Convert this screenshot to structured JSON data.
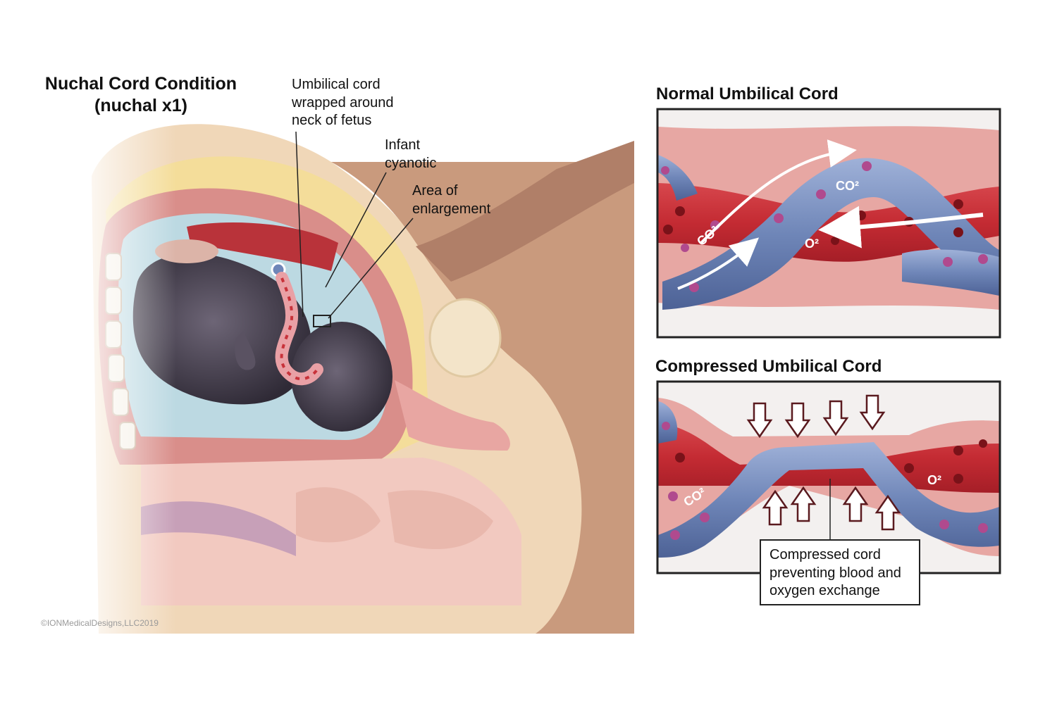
{
  "left": {
    "title_line1": "Nuchal Cord Condition",
    "title_line2": "(nuchal x1)",
    "callouts": {
      "cord": [
        "Umbilical cord",
        "wrapped around",
        "neck of fetus"
      ],
      "cyanotic": [
        "Infant",
        "cyanotic"
      ],
      "enlargement": [
        "Area of",
        "enlargement"
      ]
    },
    "copyright": "©IONMedicalDesigns,LLC2019"
  },
  "normal": {
    "title": "Normal Umbilical Cord",
    "co2_label_a": "CO²",
    "co2_label_b": "CO²",
    "o2_label": "O²"
  },
  "compressed": {
    "title": "Compressed Umbilical Cord",
    "co2_label": "CO²",
    "o2_label": "O²",
    "note": [
      "Compressed cord",
      "preventing blood and",
      "oxygen exchange"
    ]
  },
  "colors": {
    "artery_red": "#c8323a",
    "vein_blue": "#6f86b8",
    "tissue_pink": "#e7a7a3",
    "skin_tan": "#f1d9b6",
    "fetus_dark": "#4a4150"
  }
}
